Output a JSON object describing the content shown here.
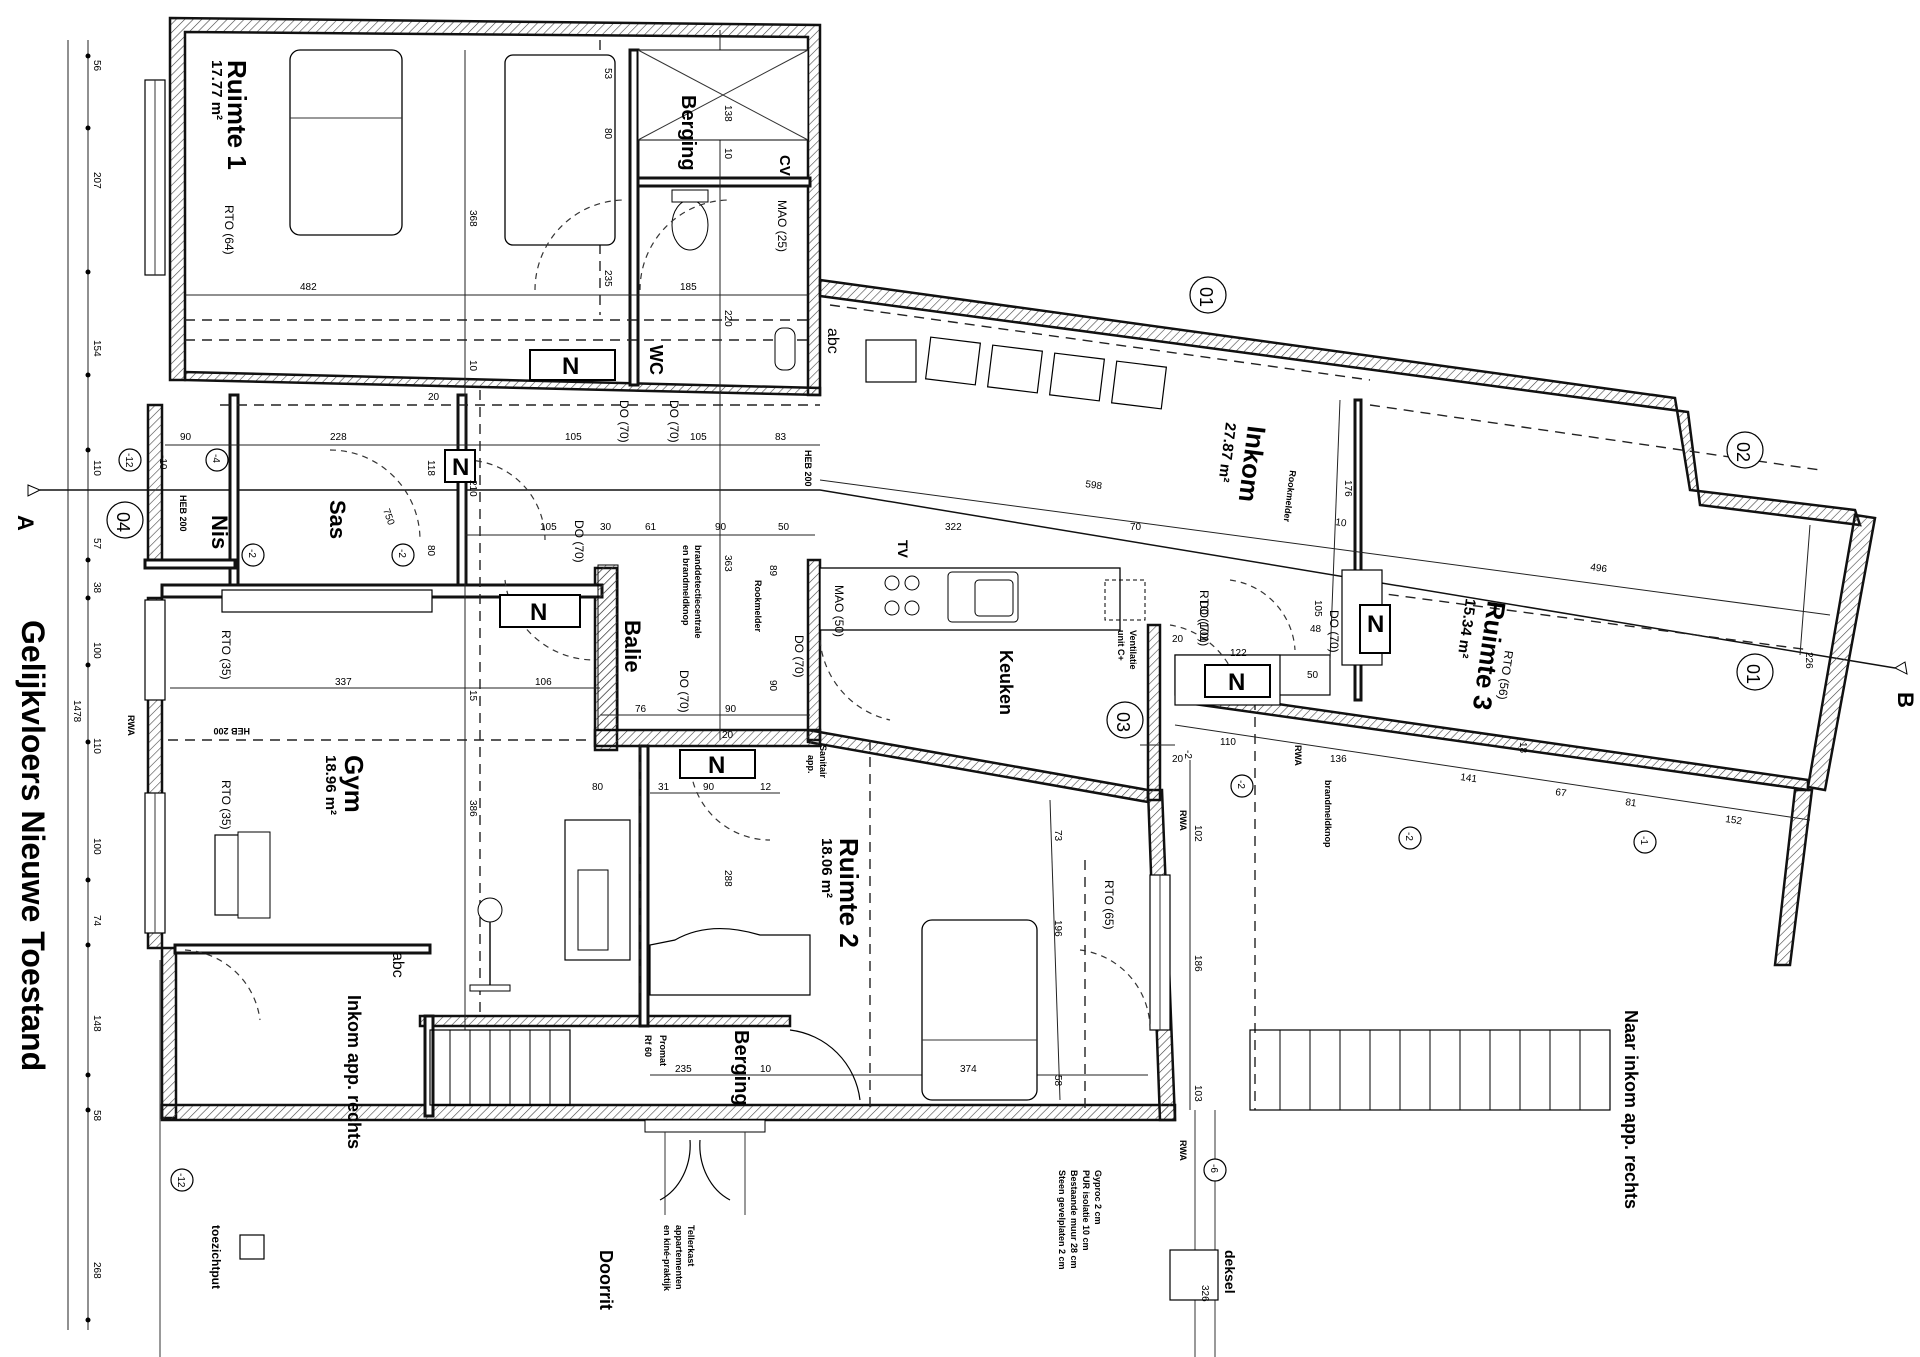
{
  "title": "Gelijkvloers Nieuwe Toestand",
  "rooms": {
    "ruimte1": {
      "name": "Ruimte 1",
      "area": "17.77 m²"
    },
    "berging_top": {
      "name": "Berging"
    },
    "wc": {
      "name": "WC"
    },
    "inkom": {
      "name": "Inkom",
      "area": "27.87 m²"
    },
    "ruimte3": {
      "name": "Ruimte 3",
      "area": "15.34 m²"
    },
    "sas": {
      "name": "Sas"
    },
    "nis": {
      "name": "Nis"
    },
    "balie": {
      "name": "Balie"
    },
    "keuken": {
      "name": "Keuken"
    },
    "gym": {
      "name": "Gym",
      "area": "18.96 m²"
    },
    "ruimte2": {
      "name": "Ruimte 2",
      "area": "18.06 m²"
    },
    "inkom_app": {
      "name": "Inkom app. rechts"
    },
    "berging_bottom": {
      "name": "Berging"
    },
    "naar_inkom": {
      "name": "Naar inkom app. rechts"
    },
    "doorrit": {
      "name": "Doorrit"
    }
  },
  "labels": {
    "cv": "CV",
    "tv": "TV",
    "mao25": "MAO (25)",
    "mao50": "MAO (50)",
    "rto64": "RTO (64)",
    "rto35a": "RTO (35)",
    "rto35b": "RTO (35)",
    "rto101": "RTO (101)",
    "rto56": "RTO (56)",
    "rto65": "RTO (65)",
    "do70_a": "DO (70)",
    "do70_b": "DO (70)",
    "do70_c": "DO (70)",
    "do70_d": "DO (70)",
    "do70_e": "DO (70)",
    "do70_f": "DO (70)",
    "do70_g": "DO (70)",
    "heb200_a": "HEB 200",
    "heb200_b": "HEB 200",
    "heb200_c": "HEB 200",
    "rookmelder_a": "Rookmelder",
    "rookmelder_b": "Rookmelder",
    "brandmeldknop": "brandmeldknop",
    "brandcentrale_1": "branddetectiecentrale",
    "brandcentrale_2": "en brandmeldknop",
    "ventilatie_1": "Ventilatie",
    "ventilatie_2": "unit C+",
    "sanitair_1": "Sanitair",
    "sanitair_2": "app.",
    "rwa_a": "RWA",
    "rwa_b": "RWA",
    "rwa_c": "RWA",
    "rwa_d": "RWA",
    "promat": "Promat",
    "rf60": "Rf 60",
    "wall_1": "Gyproc 2 cm",
    "wall_2": "PUR isolatie 10 cm",
    "wall_3": "Bestaande muur 28 cm",
    "wall_4": "Steen gevelplaten 2 cm",
    "teller_1": "Tellerkast",
    "teller_2": "appartementen",
    "teller_3": "en kiné-praktijk",
    "toezichtput": "toezichtput",
    "deksel": "deksel",
    "abc_a": "abc",
    "abc_b": "abc",
    "axis_a": "A",
    "axis_b": "B",
    "nsym": "N"
  },
  "markers": [
    "01",
    "02",
    "01",
    "03",
    "04"
  ],
  "levels": [
    "-12",
    "-10",
    "-4",
    "-2",
    "-2",
    "-2",
    "-2",
    "-2",
    "-1",
    "-6",
    "-12"
  ],
  "left_dims": [
    "56",
    "207",
    "154",
    "110",
    "57",
    "38",
    "100",
    "1478",
    "110",
    "100",
    "74",
    "148",
    "58",
    "268"
  ],
  "dims": [
    "482",
    "185",
    "368",
    "53",
    "80",
    "235",
    "138",
    "10",
    "220",
    "10",
    "90",
    "228",
    "105",
    "105",
    "83",
    "20",
    "118",
    "210",
    "80",
    "750",
    "105",
    "30",
    "61",
    "90",
    "50",
    "322",
    "70",
    "598",
    "10",
    "176",
    "496",
    "363",
    "337",
    "106",
    "76",
    "90",
    "20",
    "89",
    "90",
    "80",
    "31",
    "90",
    "12",
    "386",
    "288",
    "235",
    "10",
    "374",
    "73",
    "196",
    "186",
    "102",
    "103",
    "58",
    "15",
    "20",
    "48",
    "50",
    "105",
    "122",
    "110",
    "136",
    "141",
    "67",
    "81",
    "152",
    "18",
    "20",
    "226",
    "326"
  ]
}
